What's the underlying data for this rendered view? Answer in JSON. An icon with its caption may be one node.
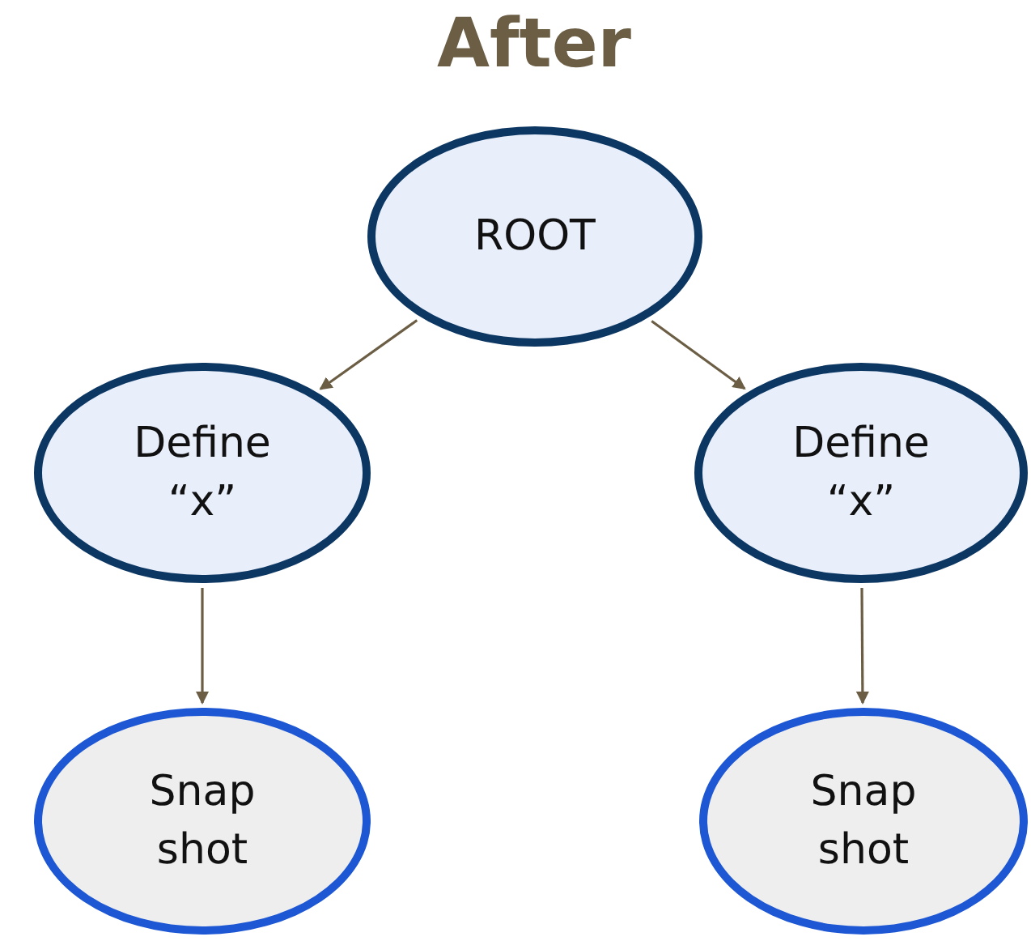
{
  "diagram": {
    "title": "After",
    "nodes": [
      {
        "text": [
          "ROOT"
        ]
      },
      {
        "text": [
          "Define “x”"
        ]
      },
      {
        "text": [
          "Define “x”"
        ]
      },
      {
        "text": [
          "Snap shot"
        ]
      },
      {
        "text": [
          "Snap shot"
        ]
      }
    ],
    "edges": [
      {
        "from": 0,
        "to": 1,
        "arrow": "to"
      },
      {
        "from": 0,
        "to": 2,
        "arrow": "to"
      },
      {
        "from": 1,
        "to": 3,
        "arrow": "to"
      },
      {
        "from": 2,
        "to": 4,
        "arrow": "to"
      }
    ]
  }
}
